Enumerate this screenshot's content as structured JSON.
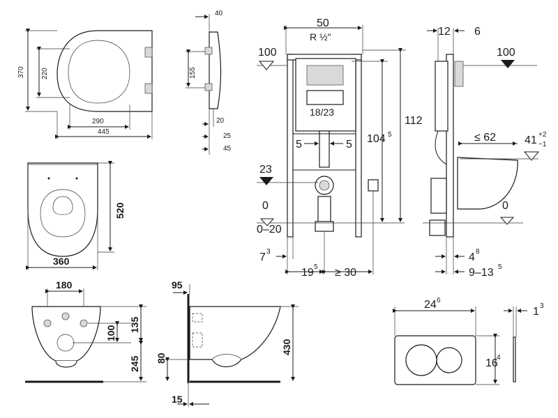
{
  "seat": {
    "len": "370",
    "inner": "220",
    "width_inner": "290",
    "width_outer": "445"
  },
  "hinge": {
    "top": "40",
    "spacing": "155",
    "d20": "20",
    "d25": "25",
    "d45": "45"
  },
  "bowl_top": {
    "depth": "520",
    "width": "360"
  },
  "frame": {
    "width": "50",
    "thread": "R ½\"",
    "inlet": "18/23",
    "left5": "5",
    "right5": "5",
    "level100": "100",
    "level23": "23",
    "level0": "0",
    "range": "0–20",
    "h112": "112",
    "h104": "104",
    "h104_sup": "5",
    "d7": "7",
    "d7_sup": "3",
    "d19": "19",
    "d19_sup": "5",
    "dge30": "≥ 30"
  },
  "side": {
    "d12": "12",
    "d6": "6",
    "level100": "100",
    "le62": "≤ 62",
    "d41": "41",
    "tol_plus": "+2",
    "tol_minus": "−1",
    "level0": "0",
    "d4": "4",
    "d4_sup": "8",
    "range9": "9–13",
    "range9_sup": "5"
  },
  "front": {
    "w180": "180",
    "h100": "100",
    "h135": "135",
    "h245": "245"
  },
  "profile": {
    "d95": "95",
    "d80": "80",
    "d15": "15",
    "h430": "430"
  },
  "plate": {
    "w24": "24",
    "w24_sup": "6",
    "h16": "16",
    "h16_sup": "4",
    "t1": "1",
    "t1_sup": "3"
  }
}
